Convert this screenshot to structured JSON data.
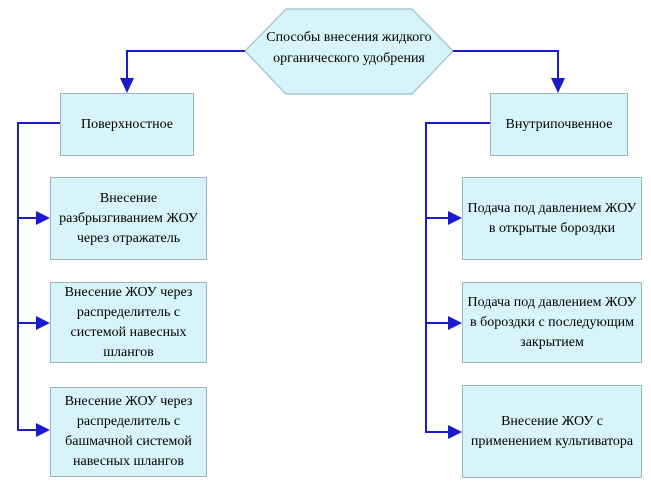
{
  "diagram": {
    "root_label": "Способы внесения жидкого органического удобрения",
    "left_branch": {
      "header": "Поверхностное",
      "items": [
        {
          "label": "Внесение разбрызгиванием ЖОУ через отражатель"
        },
        {
          "label": "Внесение  ЖОУ через распределитель с системой навесных шлангов"
        },
        {
          "label": "Внесение ЖОУ через распределитель с башмачной системой навесных шлангов"
        }
      ]
    },
    "right_branch": {
      "header": "Внутрипочвенное",
      "items": [
        {
          "label": "Подача под давлением ЖОУ в открытые бороздки"
        },
        {
          "label": "Подача под давлением ЖОУ в  бороздки с последующим закрытием"
        },
        {
          "label": "Внесение ЖОУ с применением культиватора"
        }
      ]
    }
  },
  "colors": {
    "node_fill": "#d6f4fa",
    "node_border": "#9fb4bf",
    "hexagon_border": "#a8c8d8",
    "connector": "#1919cd",
    "text": "#000000",
    "background": "#ffffff"
  }
}
